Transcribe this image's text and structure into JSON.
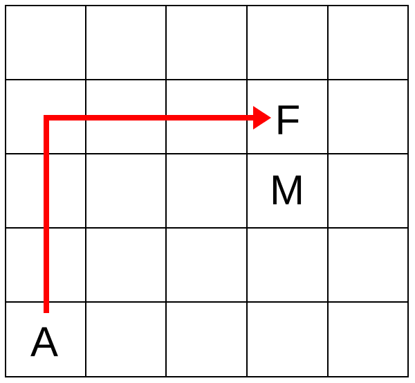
{
  "grid": {
    "rows": 5,
    "columns": 5,
    "line_color": "#000000"
  },
  "labels": [
    {
      "text": "A",
      "row": 5,
      "col": 1
    },
    {
      "text": "F",
      "row": 2,
      "col": 4
    },
    {
      "text": "M",
      "row": 3,
      "col": 4
    }
  ],
  "path": {
    "color": "#ff0000",
    "arrowhead": "end",
    "from": "A",
    "to": "F"
  }
}
